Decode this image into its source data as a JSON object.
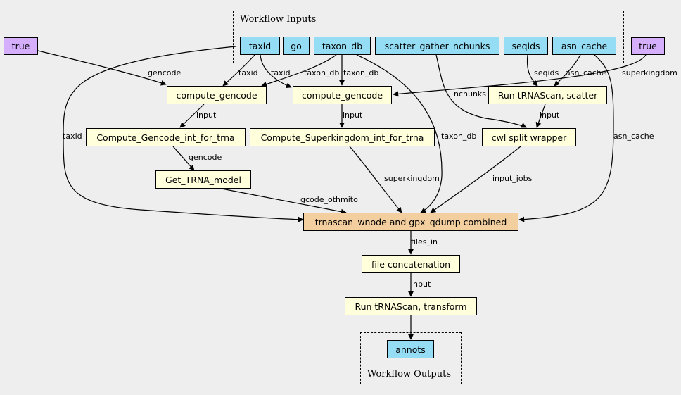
{
  "clusters": {
    "inputs_label": "Workflow Inputs",
    "outputs_label": "Workflow Outputs"
  },
  "nodes": {
    "taxid": "taxid",
    "go": "go",
    "taxon_db": "taxon_db",
    "scatter_gather_nchunks": "scatter_gather_nchunks",
    "seqids": "seqids",
    "asn_cache": "asn_cache",
    "true_left": "true",
    "true_right": "true",
    "compute_gencode_1": "compute_gencode",
    "compute_gencode_2": "compute_gencode",
    "run_trnascan_scatter": "Run tRNAScan, scatter",
    "compute_gencode_int_for_trna": "Compute_Gencode_int_for_trna",
    "compute_superkingdom_int_for_trna": "Compute_Superkingdom_int_for_trna",
    "cwl_split_wrapper": "cwl split wrapper",
    "get_trna_model": "Get_TRNA_model",
    "trnascan_combined": "trnascan_wnode and gpx_qdump combined",
    "file_concatenation": "file concatenation",
    "run_trnascan_transform": "Run tRNAScan, transform",
    "annots": "annots"
  },
  "edge_labels": {
    "gencode_top": "gencode",
    "taxid_1": "taxid",
    "taxid_2": "taxid",
    "taxon_db_1": "taxon_db",
    "taxon_db_2": "taxon_db",
    "nchunks": "nchunks",
    "seqids": "seqids",
    "asn_cache_1": "asn_cache",
    "superkingdom_top": "superkingdom",
    "taxid_left": "taxid",
    "input_1": "input",
    "input_2": "input",
    "input_3": "input",
    "taxon_db_long": "taxon_db",
    "asn_cache_long": "asn_cache",
    "gencode_mid": "gencode",
    "superkingdom_mid": "superkingdom",
    "input_jobs": "input_jobs",
    "gcode_othmito": "gcode_othmito",
    "files_in": "files_in",
    "input_4": "input"
  },
  "colors": {
    "input": "#94ddf4",
    "step": "#ffffdb",
    "param": "#d5aefc",
    "combined": "#f3ce9e",
    "background": "#eeeeee"
  }
}
